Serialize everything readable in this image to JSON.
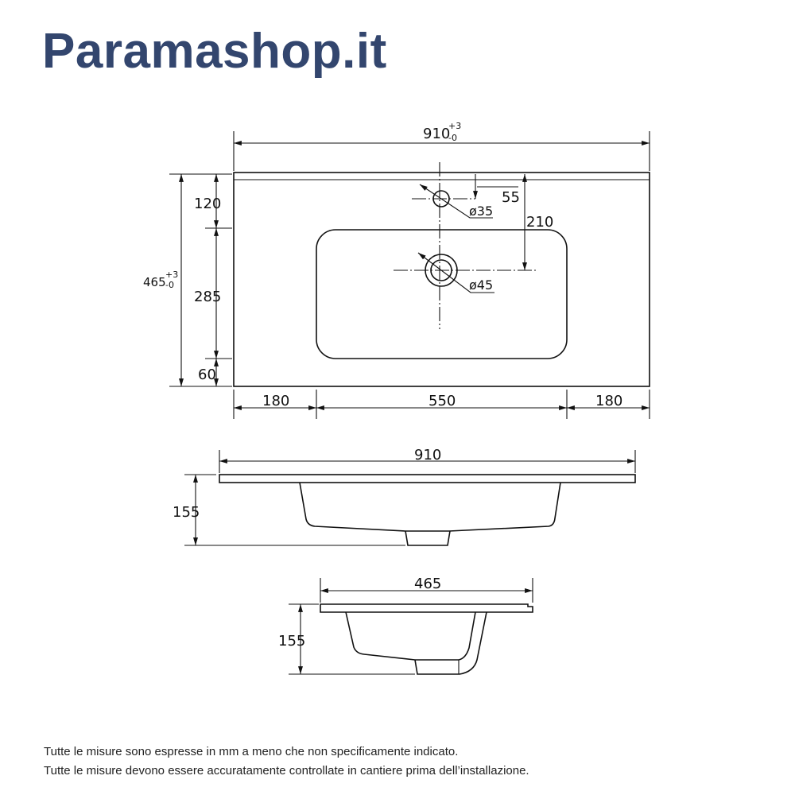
{
  "logo": {
    "text": "Paramashop.it",
    "color": "#33466e"
  },
  "top_view": {
    "overall_width": "910",
    "width_tol_plus": "+3",
    "width_tol_minus": "-0",
    "overall_depth": "465",
    "depth_tol_plus": "+3",
    "depth_tol_minus": "-0",
    "back_to_tap": "120",
    "basin_depth": "285",
    "front_margin": "60",
    "left_margin": "180",
    "basin_width": "550",
    "right_margin": "180",
    "tap_offset": "55",
    "drain_offset": "210",
    "tap_hole": "ø35",
    "drain_hole": "ø45"
  },
  "front_view": {
    "width": "910",
    "height": "155"
  },
  "side_view": {
    "depth": "465",
    "height": "155"
  },
  "notes": [
    "Tutte le misure sono espresse in mm a meno che non specificamente indicato.",
    "Tutte le misure devono essere accuratamente controllate in cantiere prima dell’installazione."
  ]
}
